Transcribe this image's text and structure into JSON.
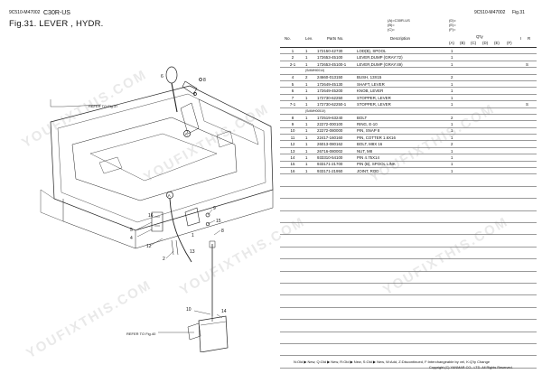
{
  "header": {
    "code_left": "9C510-M47002",
    "model": "C30R-US",
    "title": "Fig.31.  LEVER  , HYDR.",
    "code_right": "9C510-M47002",
    "fig_right": "Fig.31"
  },
  "variants": {
    "left": [
      "(A)=C30R-US",
      "(B)=",
      "(C)="
    ],
    "right": [
      "(D)=",
      "(E)=",
      "(F)="
    ]
  },
  "table": {
    "headers": {
      "no": "No.",
      "lev": "Lev.",
      "parts_no": "Parts No.",
      "description": "Description",
      "qty": "Q'ty",
      "i": "I",
      "r": "R",
      "cols": [
        "(A)",
        "(B)",
        "(C)",
        "(D)",
        "(E)",
        "(F)"
      ]
    },
    "rows": [
      {
        "no": "1",
        "lev": "1",
        "pn": "172150-42730",
        "desc": "LOD(B), SPOOL",
        "qty": "1",
        "s": ""
      },
      {
        "no": "2",
        "lev": "1",
        "pn": "172653-45100",
        "desc": "LEVER,DUMP (GRAY:72)",
        "qty": "1",
        "s": ""
      },
      {
        "no": "2-1",
        "lev": "1",
        "pn": "172653-45100-1",
        "desc": "LEVER,DUMP (GRAY:49)",
        "qty": "1",
        "s": "S"
      },
      {
        "section": "(S/#MHI0014)"
      },
      {
        "no": "4",
        "lev": "2",
        "pn": "24660-013150",
        "desc": "BUSH, 13X15",
        "qty": "2",
        "s": ""
      },
      {
        "no": "5",
        "lev": "1",
        "pn": "172649-45130",
        "desc": "SHAFT, LEVER",
        "qty": "1",
        "s": ""
      },
      {
        "no": "6",
        "lev": "1",
        "pn": "172649-45200",
        "desc": "KNOB, LEVER",
        "qty": "1",
        "s": ""
      },
      {
        "no": "7",
        "lev": "1",
        "pn": "172730-62250",
        "desc": "STOPPER, LEVER",
        "qty": "1",
        "s": ""
      },
      {
        "no": "7-1",
        "lev": "1",
        "pn": "172730-62250-1",
        "desc": "STOPPER, LEVER",
        "qty": "1",
        "s": "S"
      },
      {
        "section": "(S/#MH0051X)"
      },
      {
        "no": "8",
        "lev": "1",
        "pn": "172519-63240",
        "desc": "BOLT",
        "qty": "2",
        "s": ""
      },
      {
        "no": "9",
        "lev": "1",
        "pn": "22272-000100",
        "desc": "RING, E-10",
        "qty": "1",
        "s": ""
      },
      {
        "no": "10",
        "lev": "1",
        "pn": "22272-080000",
        "desc": "PIN, SNAP  8",
        "qty": "1",
        "s": ""
      },
      {
        "no": "11",
        "lev": "1",
        "pn": "22417-160160",
        "desc": "PIN, COTTER 1.6X16",
        "qty": "1",
        "s": ""
      },
      {
        "no": "12",
        "lev": "1",
        "pn": "26013-080162",
        "desc": "BOLT, M8X 16",
        "qty": "2",
        "s": ""
      },
      {
        "no": "13",
        "lev": "1",
        "pn": "26716-080002",
        "desc": "NUT, M8",
        "qty": "1",
        "s": ""
      },
      {
        "no": "14",
        "lev": "1",
        "pn": "933310-54100",
        "desc": "PIN 4.75X14",
        "qty": "1",
        "s": ""
      },
      {
        "no": "15",
        "lev": "1",
        "pn": "933171-21700",
        "desc": "PIN (B), SPOOL LINK",
        "qty": "1",
        "s": ""
      },
      {
        "no": "16",
        "lev": "1",
        "pn": "933171-21950",
        "desc": "JOINT, ROD",
        "qty": "1",
        "s": ""
      }
    ]
  },
  "diagram": {
    "refer_top": "REFER TO Fig.37",
    "refer_bottom": "REFER TO Fig.40",
    "callouts": [
      "1",
      "2",
      "4",
      "5",
      "6",
      "7",
      "8",
      "9",
      "10",
      "11",
      "12",
      "13",
      "14",
      "15",
      "16"
    ],
    "marker": "A"
  },
  "footer": {
    "legend": "N:Old ▶ New, Q:Old ▶ New, R:Old ▶ New, S:Old ▶ New, W:Add, Z:Discontinued, F:Interchangeable by vel, K:Q'ty Change",
    "copyright": "Copyright (C)  YANMAR CO., LTD. All Rights Reserved."
  },
  "watermark": "YOUFIXTHIS.COM"
}
